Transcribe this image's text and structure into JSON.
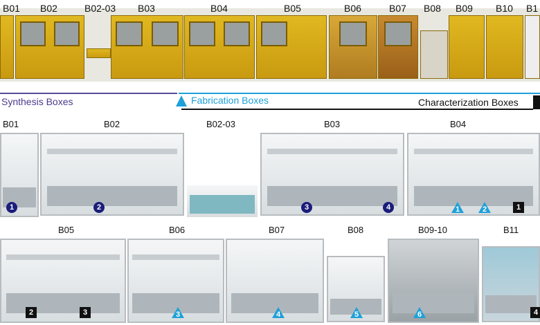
{
  "top_labels": [
    "B01",
    "B02",
    "B02-03",
    "B03",
    "B04",
    "B05",
    "B06",
    "B07",
    "B08",
    "B09",
    "B10",
    "B1"
  ],
  "sections": {
    "synthesis": "Synthesis Boxes",
    "fabrication": "Fabrication Boxes",
    "characterization": "Characterization Boxes"
  },
  "colors": {
    "synthesis": "#5a4a9a",
    "fabrication": "#1ea0d8",
    "characterization": "#111111",
    "machine": "#d4aa18"
  },
  "row1": {
    "labels": [
      "B01",
      "B02",
      "B02-03",
      "B03",
      "B04"
    ],
    "badges": [
      {
        "shape": "circle",
        "text": "1"
      },
      {
        "shape": "circle",
        "text": "2"
      },
      {
        "shape": "circle",
        "text": "3"
      },
      {
        "shape": "circle",
        "text": "4"
      },
      {
        "shape": "triangle",
        "text": "1"
      },
      {
        "shape": "triangle",
        "text": "2"
      },
      {
        "shape": "square",
        "text": "1"
      }
    ]
  },
  "row2": {
    "labels": [
      "B05",
      "B06",
      "B07",
      "B08",
      "B09-10",
      "B11"
    ],
    "badges": [
      {
        "shape": "square",
        "text": "2"
      },
      {
        "shape": "square",
        "text": "3"
      },
      {
        "shape": "triangle",
        "text": "3"
      },
      {
        "shape": "triangle",
        "text": "4"
      },
      {
        "shape": "triangle",
        "text": "5"
      },
      {
        "shape": "triangle",
        "text": "6"
      },
      {
        "shape": "square",
        "text": "4"
      }
    ]
  }
}
